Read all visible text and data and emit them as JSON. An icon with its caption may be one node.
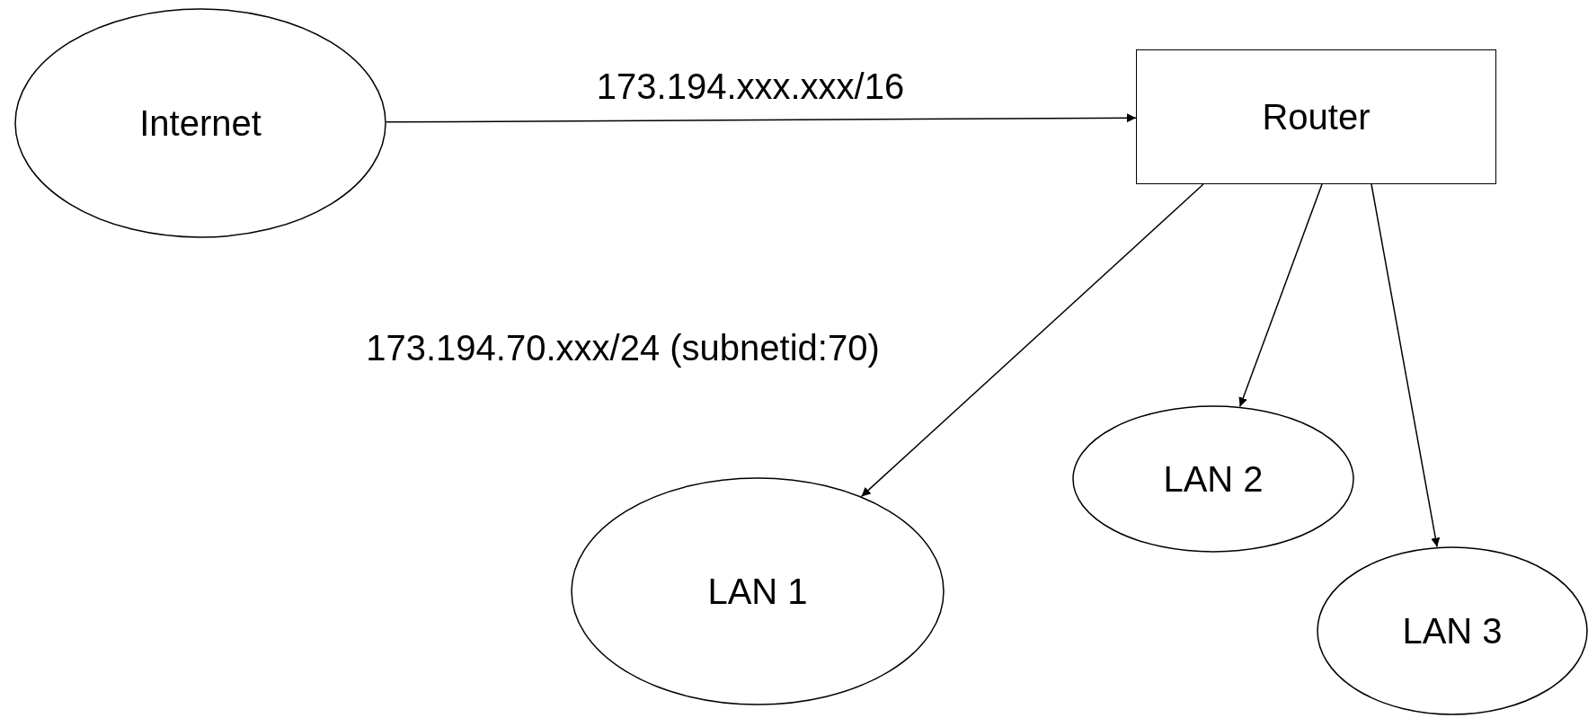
{
  "diagram": {
    "nodes": [
      {
        "text": [
          "Internet"
        ]
      },
      {
        "text": [
          "Router"
        ]
      },
      {
        "text": [
          "LAN 1"
        ]
      },
      {
        "text": [
          "LAN 2"
        ]
      },
      {
        "text": [
          "LAN 3"
        ]
      }
    ],
    "edges": [
      {
        "from": 0,
        "to": 1,
        "arrow": "to",
        "label": "173.194.xxx.xxx/16"
      },
      {
        "from": 1,
        "to": 2,
        "arrow": "to",
        "label": "173.194.70.xxx/24 (subnetid:70)"
      },
      {
        "from": 1,
        "to": 3,
        "arrow": "to"
      },
      {
        "from": 1,
        "to": 4,
        "arrow": "to"
      }
    ]
  }
}
